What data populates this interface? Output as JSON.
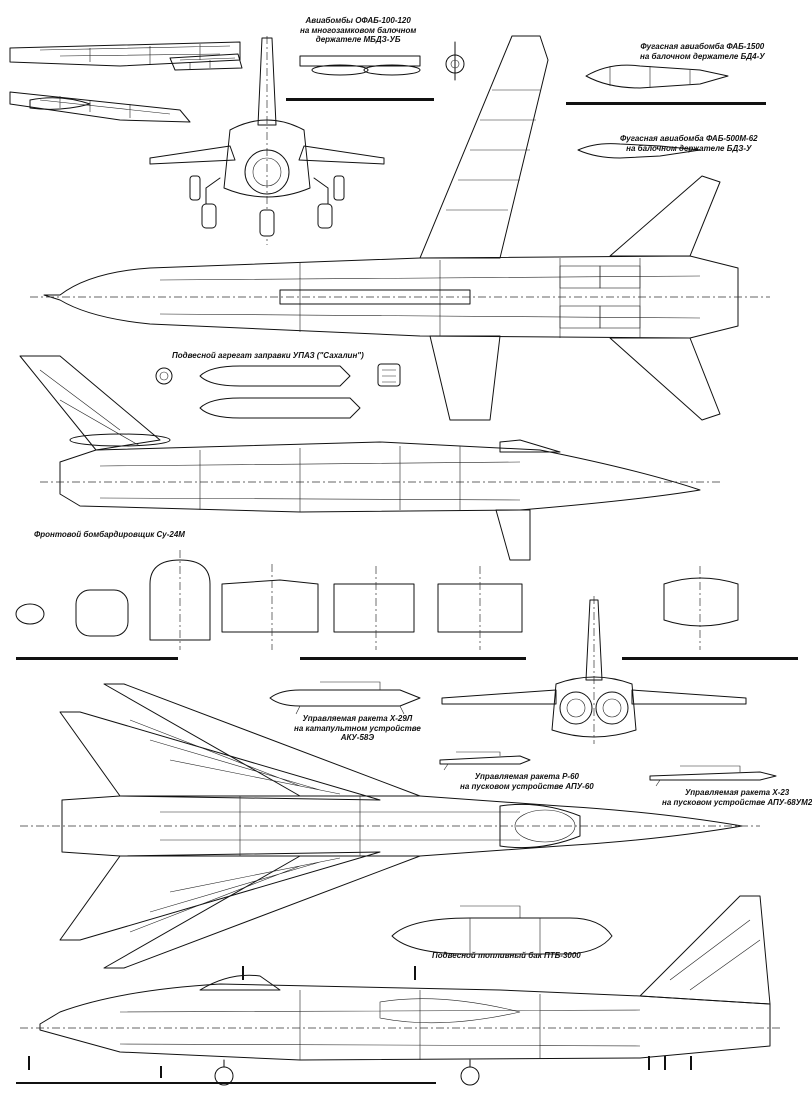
{
  "labels": {
    "ofab": {
      "line1": "Авиабомбы ОФАБ-100-120",
      "line2": "на многозамковом балочном",
      "line3": "держателе МБДЗ-УБ"
    },
    "fab1500": {
      "line1": "Фугасная авиабомба ФАБ-1500",
      "line2": "на балочном держателе БД4-У"
    },
    "fab500": {
      "line1": "Фугасная авиабомба ФАБ-500М-62",
      "line2": "на балочном держателе БДЗ-У"
    },
    "upaz": "Подвесной агрегат заправки УПАЗ (\"Сахалин\")",
    "aircraft_title": "Фронтовой бомбардировщик Су-24М",
    "kh29": {
      "line1": "Управляемая ракета Х-29Л",
      "line2": "на катапультном устройстве",
      "line3": "АКУ-58Э"
    },
    "r60": {
      "line1": "Управляемая ракета Р-60",
      "line2": "на пусковом устройстве АПУ-60"
    },
    "kh23": {
      "line1": "Управляемая ракета Х-23",
      "line2": "на пусковом устройстве АПУ-68УМ2"
    },
    "ptb": "Подвесной топливный бак ПТБ-3000"
  },
  "colors": {
    "ink": "#111111",
    "paper": "#ffffff"
  }
}
